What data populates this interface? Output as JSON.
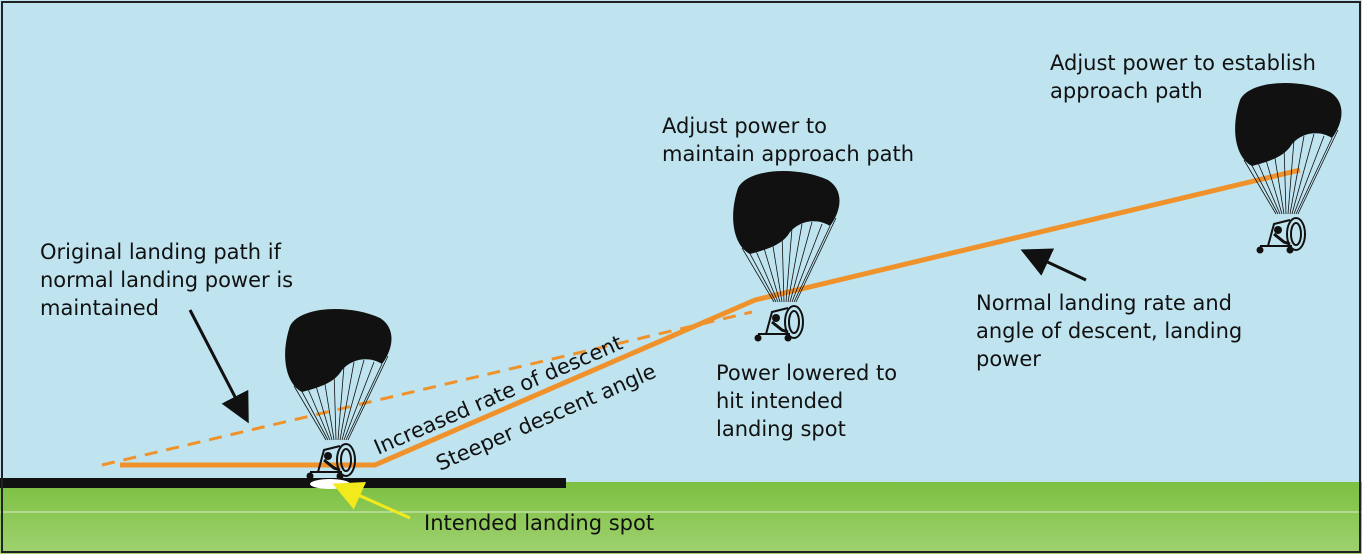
{
  "colors": {
    "sky": "#bfe4ef",
    "grass_top": "#7cc041",
    "grass_bottom": "#9fd170",
    "path": "#f0922b",
    "runway": "#111111",
    "spot_arrow": "#f2ea1c",
    "craft": "#111111"
  },
  "labels": {
    "adjust_establish": [
      "Adjust power to establish",
      "approach path"
    ],
    "adjust_maintain": [
      "Adjust power to",
      "maintain approach path"
    ],
    "original_path": [
      "Original landing path if",
      "normal landing power is",
      "maintained"
    ],
    "increased_rate": "Increased rate of descent",
    "steeper_angle": "Steeper descent angle",
    "power_lowered": [
      "Power lowered to",
      "hit intended",
      "landing spot"
    ],
    "normal_rate": [
      "Normal landing rate and",
      "angle of descent, landing",
      "power"
    ],
    "landing_spot": "Intended landing spot"
  },
  "icons": [
    "powered-parachute-icon"
  ]
}
